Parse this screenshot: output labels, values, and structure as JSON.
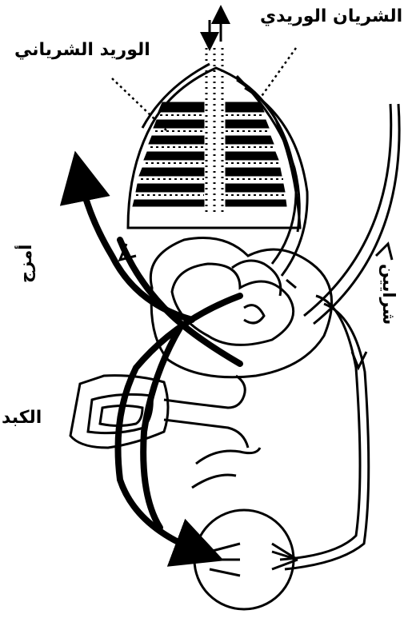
{
  "labels": {
    "vein_arterial": "الوريد الشرياني",
    "artery_venous": "الشريان الوريدي",
    "ventricles": "أمزج",
    "liver": "الكبد",
    "capillaries": "شرايين",
    "heart_mark": "",
    "lower_mark": ""
  },
  "colors": {
    "ink": "#000000",
    "paper": "#ffffff"
  },
  "icons": {
    "flow_arrows": "arrow-up-down-icon"
  }
}
